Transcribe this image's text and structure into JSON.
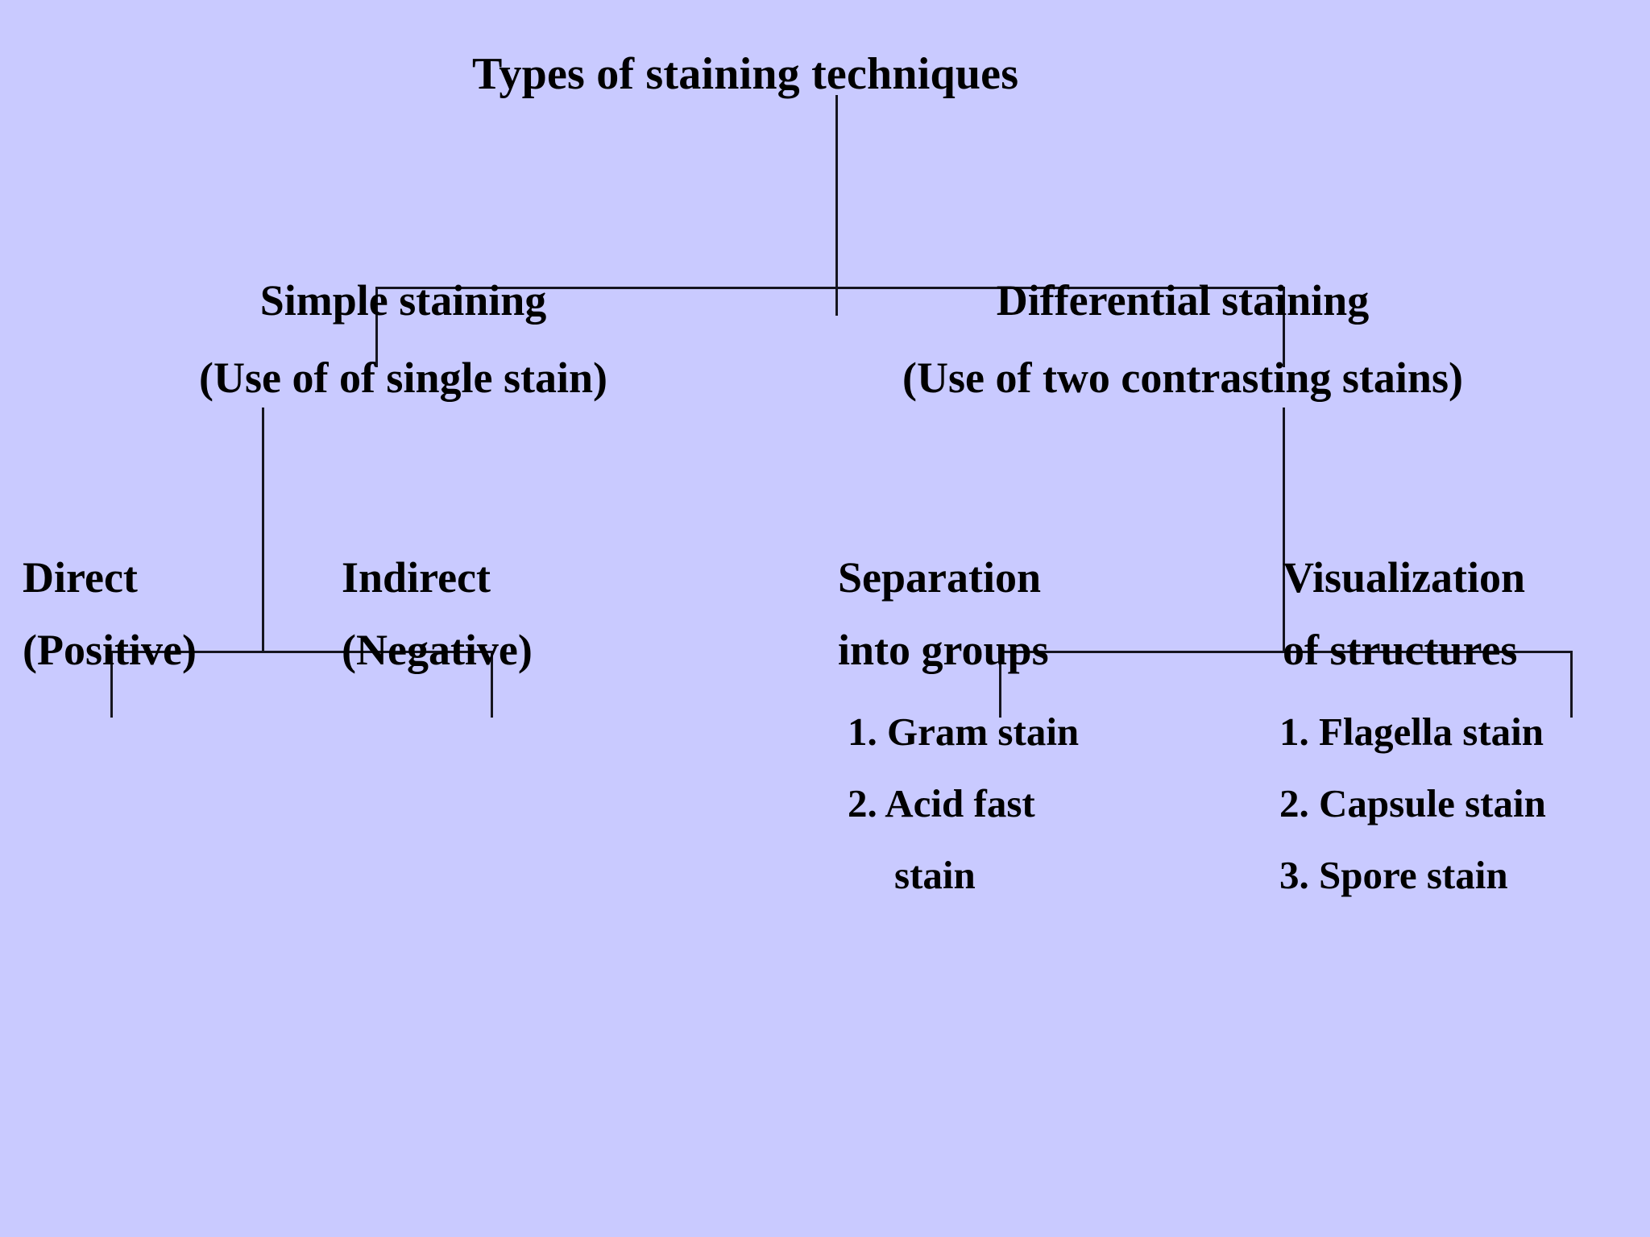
{
  "diagram": {
    "type": "hierarchy-tree",
    "background_color": "#c9caff",
    "line_color": "#15151f",
    "text_color": "#000000",
    "root": {
      "label": "Types of staining techniques"
    },
    "branches": [
      {
        "id": "simple",
        "title": "Simple staining",
        "subtitle": "(Use of of single stain)",
        "children": [
          {
            "id": "direct",
            "title": "Direct",
            "subtitle": "(Positive)",
            "items": []
          },
          {
            "id": "indirect",
            "title": "Indirect",
            "subtitle": "(Negative)",
            "items": []
          }
        ]
      },
      {
        "id": "differential",
        "title": "Differential staining",
        "subtitle": "(Use of two contrasting stains)",
        "children": [
          {
            "id": "separation",
            "title": "Separation",
            "subtitle": "into groups",
            "items": [
              "1. Gram stain",
              "2. Acid fast",
              "stain"
            ]
          },
          {
            "id": "visualization",
            "title": "Visualization",
            "subtitle": " of structures",
            "items": [
              "1. Flagella stain",
              "2. Capsule stain",
              "3. Spore stain"
            ]
          }
        ]
      }
    ]
  }
}
